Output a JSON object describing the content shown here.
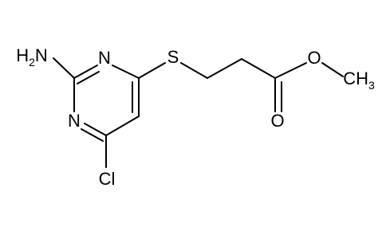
{
  "molecule": {
    "atoms": {
      "nh2": {
        "main": "H",
        "sub": "2",
        "prefix": "N"
      },
      "n_top": "N",
      "n_bottom": "N",
      "sulfur": "S",
      "chlorine": "Cl",
      "ester_o": "O",
      "carbonyl_o": "O",
      "methyl": {
        "main": "CH",
        "sub": "3"
      }
    }
  }
}
